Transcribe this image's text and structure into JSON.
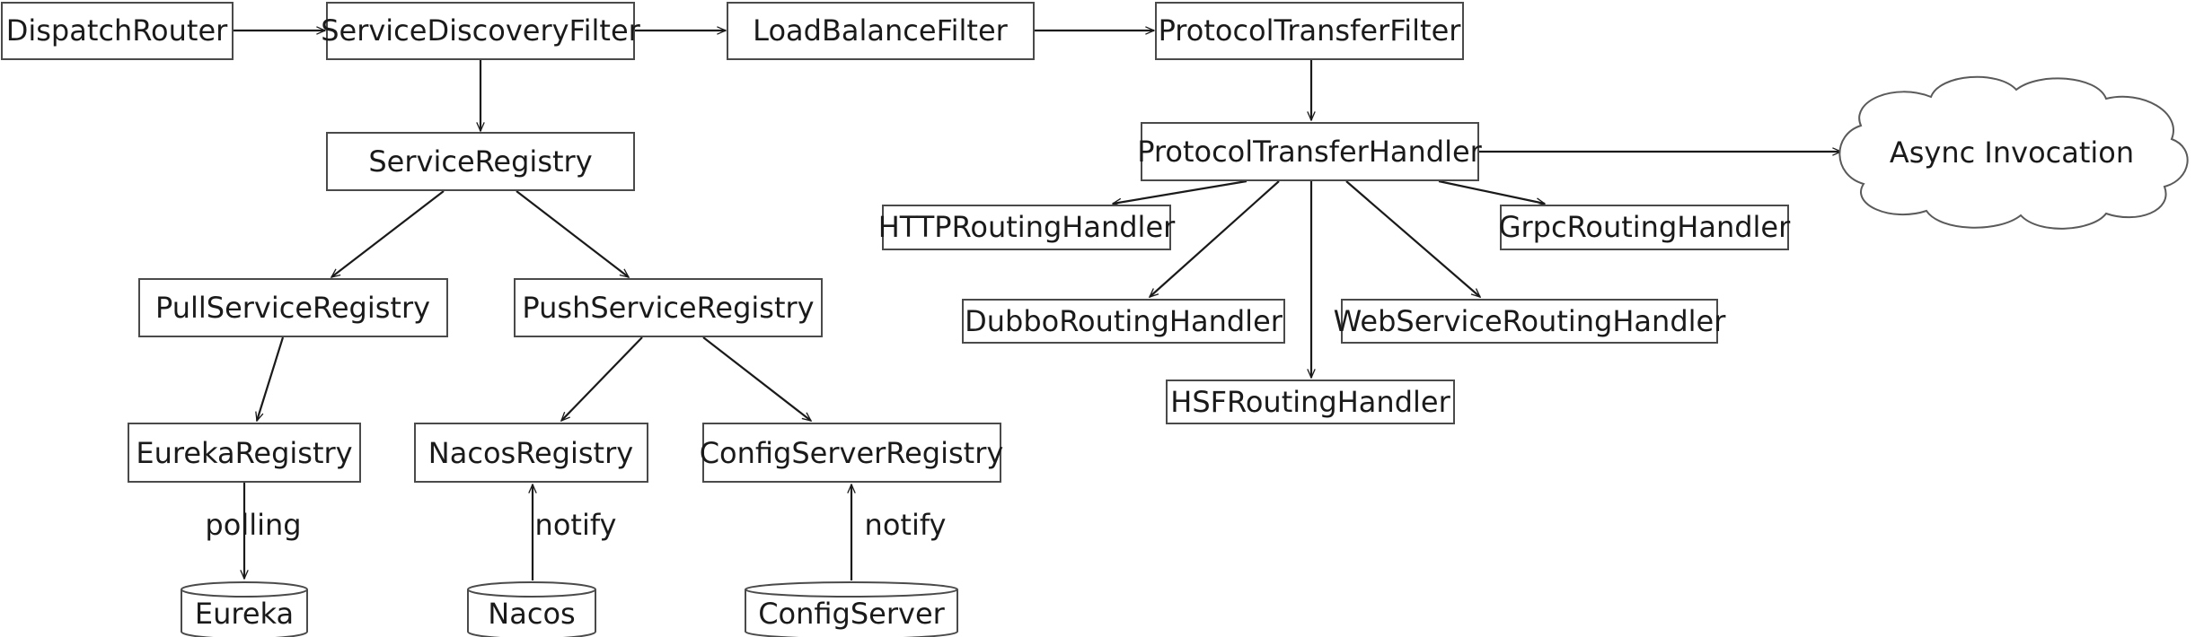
{
  "nodes": {
    "dispatch_router": "DispatchRouter",
    "service_discovery_filter": "ServiceDiscoveryFilter",
    "load_balance_filter": "LoadBalanceFilter",
    "protocol_transfer_filter": "ProtocolTransferFilter",
    "service_registry": "ServiceRegistry",
    "pull_service_registry": "PullServiceRegistry",
    "push_service_registry": "PushServiceRegistry",
    "eureka_registry": "EurekaRegistry",
    "nacos_registry": "NacosRegistry",
    "config_server_registry": "ConfigServerRegistry",
    "eureka_db": "Eureka",
    "nacos_db": "Nacos",
    "config_server_db": "ConfigServer",
    "protocol_transfer_handler": "ProtocolTransferHandler",
    "async_invocation": "Async Invocation",
    "http_routing_handler": "HTTPRoutingHandler",
    "grpc_routing_handler": "GrpcRoutingHandler",
    "dubbo_routing_handler": "DubboRoutingHandler",
    "webservice_routing_handler": "WebServiceRoutingHandler",
    "hsf_routing_handler": "HSFRoutingHandler"
  },
  "edge_labels": {
    "polling": "polling",
    "notify_nacos": "notify",
    "notify_config_server": "notify"
  }
}
